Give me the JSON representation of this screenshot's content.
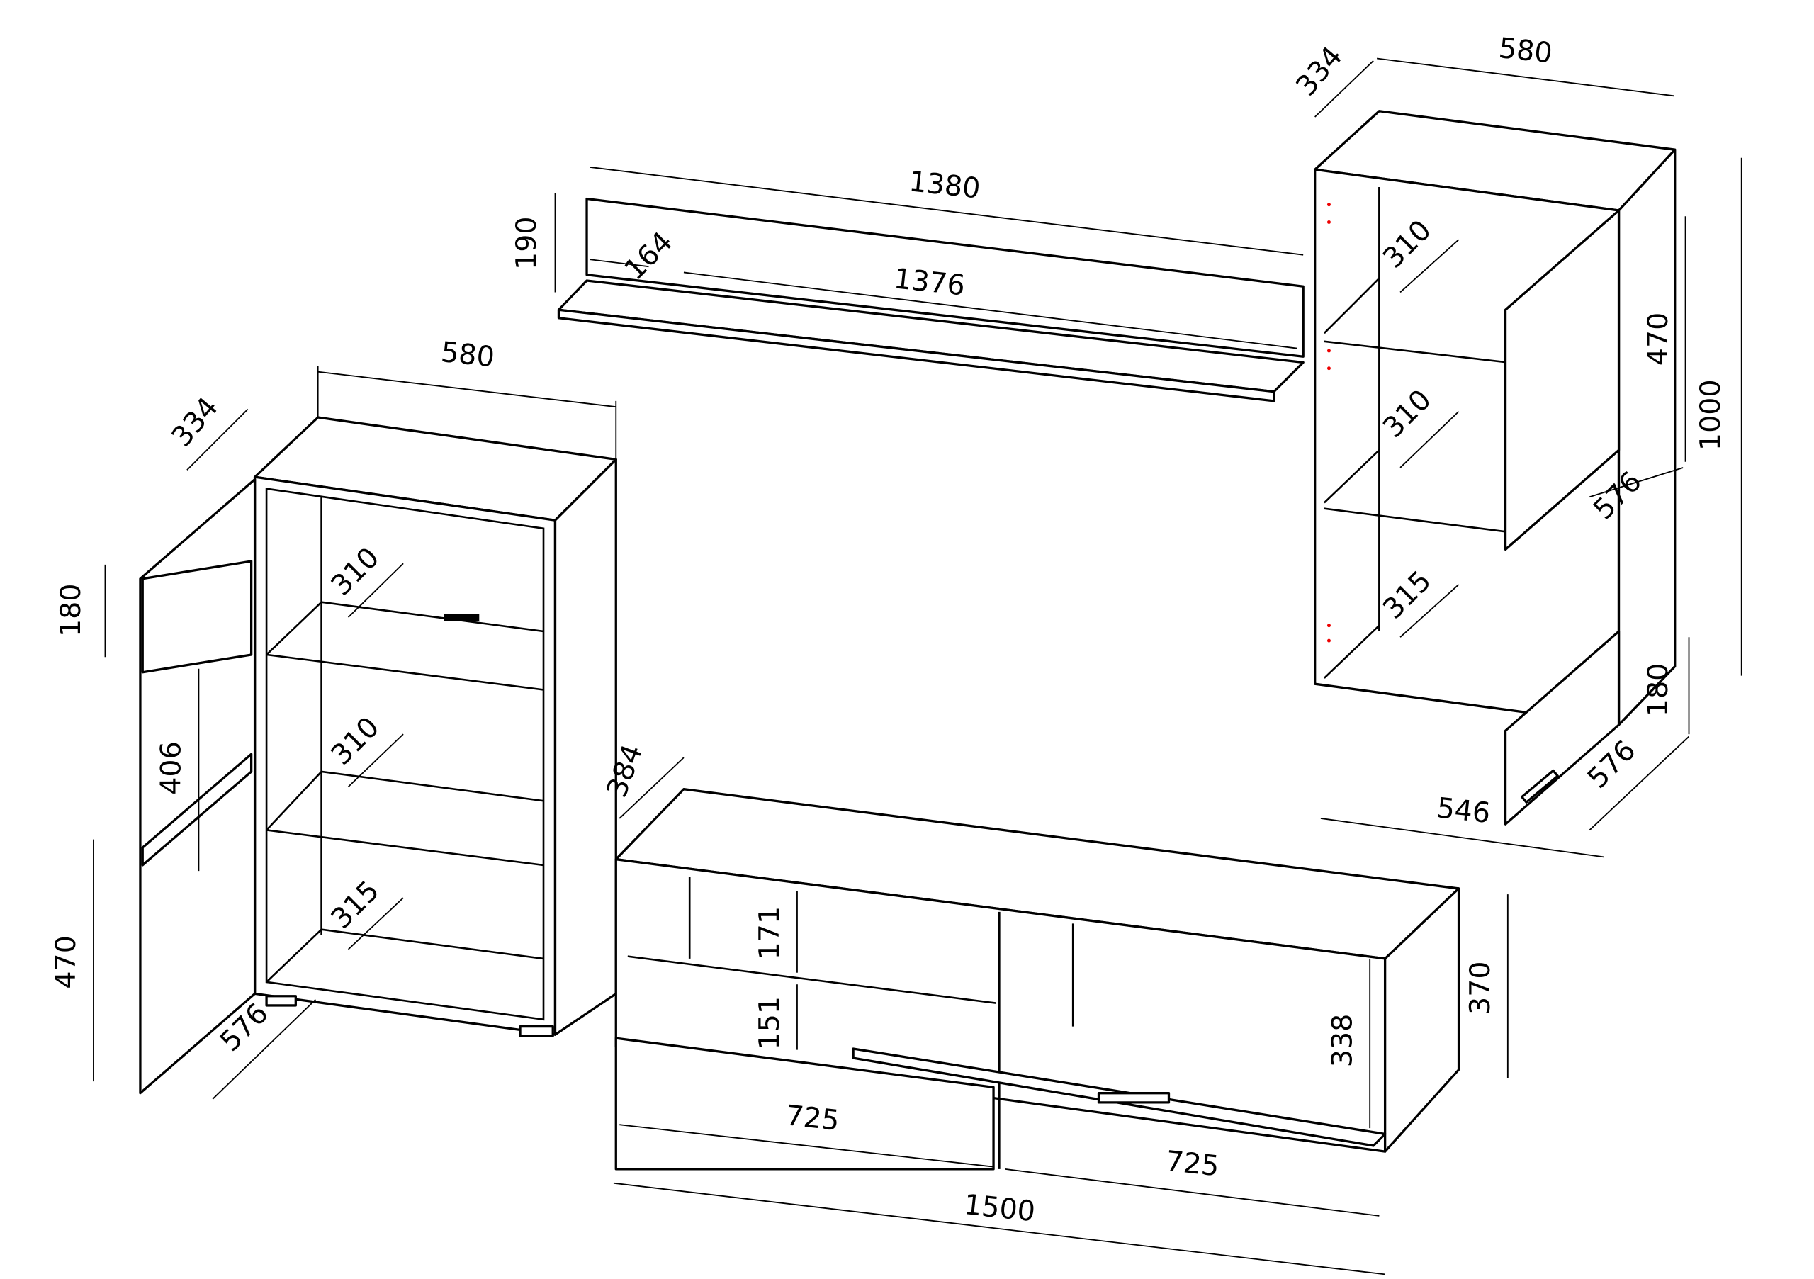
{
  "left_cabinet": {
    "width": "580",
    "depth": "334",
    "door_upper_height": "180",
    "door_gap": "406",
    "door_lower_height": "470",
    "shelf_1": "310",
    "shelf_2": "310",
    "shelf_3": "315",
    "door_width": "576"
  },
  "wall_shelf": {
    "length": "1380",
    "height": "190",
    "depth": "164",
    "inner_length": "1376"
  },
  "tv_stand": {
    "depth": "384",
    "upper_shelf": "171",
    "lower_shelf": "151",
    "flap_height": "338",
    "height": "370",
    "left_section": "725",
    "right_section": "725",
    "length": "1500"
  },
  "right_cabinet": {
    "depth": "334",
    "width": "580",
    "shelf_1": "310",
    "shelf_2": "310",
    "shelf_3": "315",
    "door_upper_height": "470",
    "height": "1000",
    "door_upper_width": "576",
    "door_lower_height": "180",
    "door_lower_width": "576",
    "inner_width": "546"
  }
}
